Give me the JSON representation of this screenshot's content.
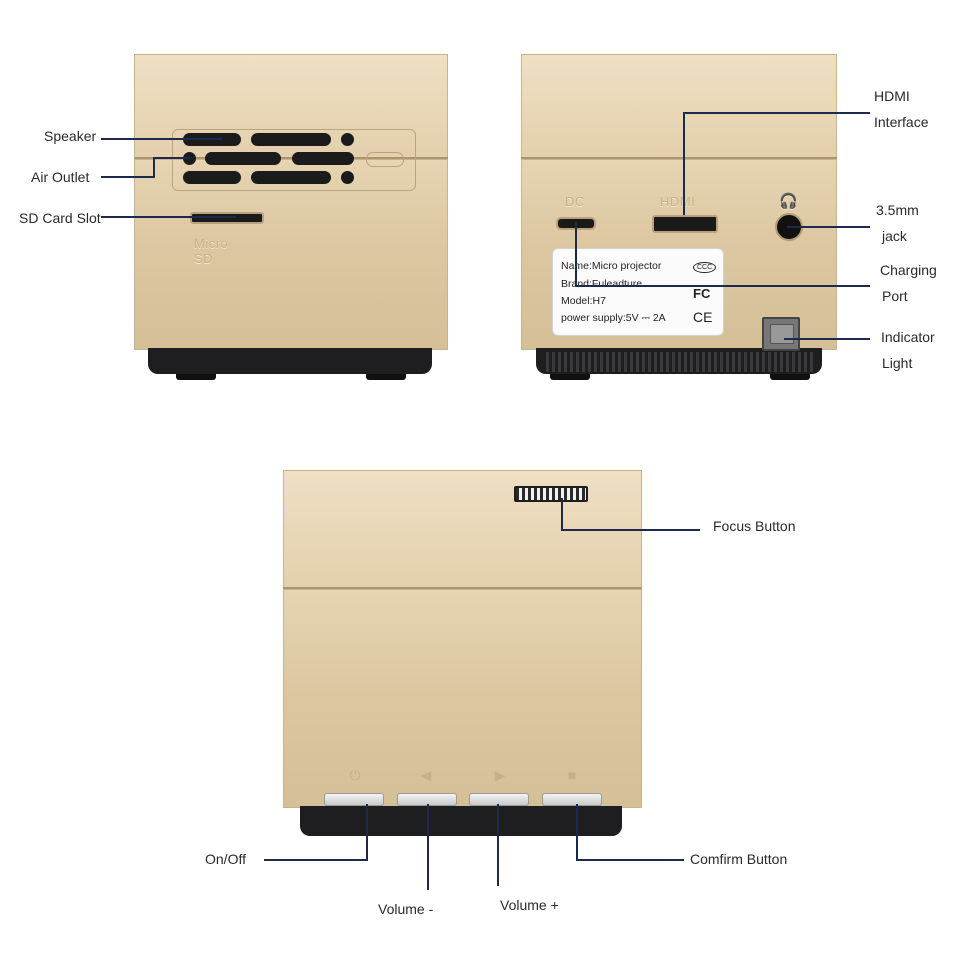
{
  "left_view": {
    "labels": {
      "speaker": "Speaker",
      "air_outlet": "Air Outlet",
      "sd_card_slot": "SD Card Slot"
    },
    "embossed_text": "Micro SD"
  },
  "right_view": {
    "port_labels": {
      "dc": "DC",
      "hdmi": "HDMI"
    },
    "labels": {
      "hdmi_line1": "HDMI",
      "hdmi_line2": "Interface",
      "jack_line1": "3.5mm",
      "jack_line2": "jack",
      "charging_line1": "Charging",
      "charging_line2": "Port",
      "indicator_line1": "Indicator",
      "indicator_line2": "Light"
    },
    "sticker": {
      "name": "Name:Micro projector",
      "brand": "Brand:Fuleadture",
      "model": "Model:H7",
      "power": "power supply:5V ⎓ 2A",
      "cert_ccc": "CCC",
      "cert_fc": "FC",
      "cert_ce": "CE"
    }
  },
  "bottom_view": {
    "labels": {
      "focus_button": "Focus Button",
      "on_off": "On/Off",
      "volume_minus": "Volume -",
      "volume_plus": "Volume +",
      "confirm_button": "Comfirm Button"
    }
  },
  "colors": {
    "housing": "#dcc7a1",
    "base": "#1e1e20",
    "leader_line": "#1c2a4e"
  },
  "icons": [
    "power-icon",
    "left-arrow-icon",
    "right-arrow-icon",
    "stop-icon",
    "headphone-icon"
  ]
}
